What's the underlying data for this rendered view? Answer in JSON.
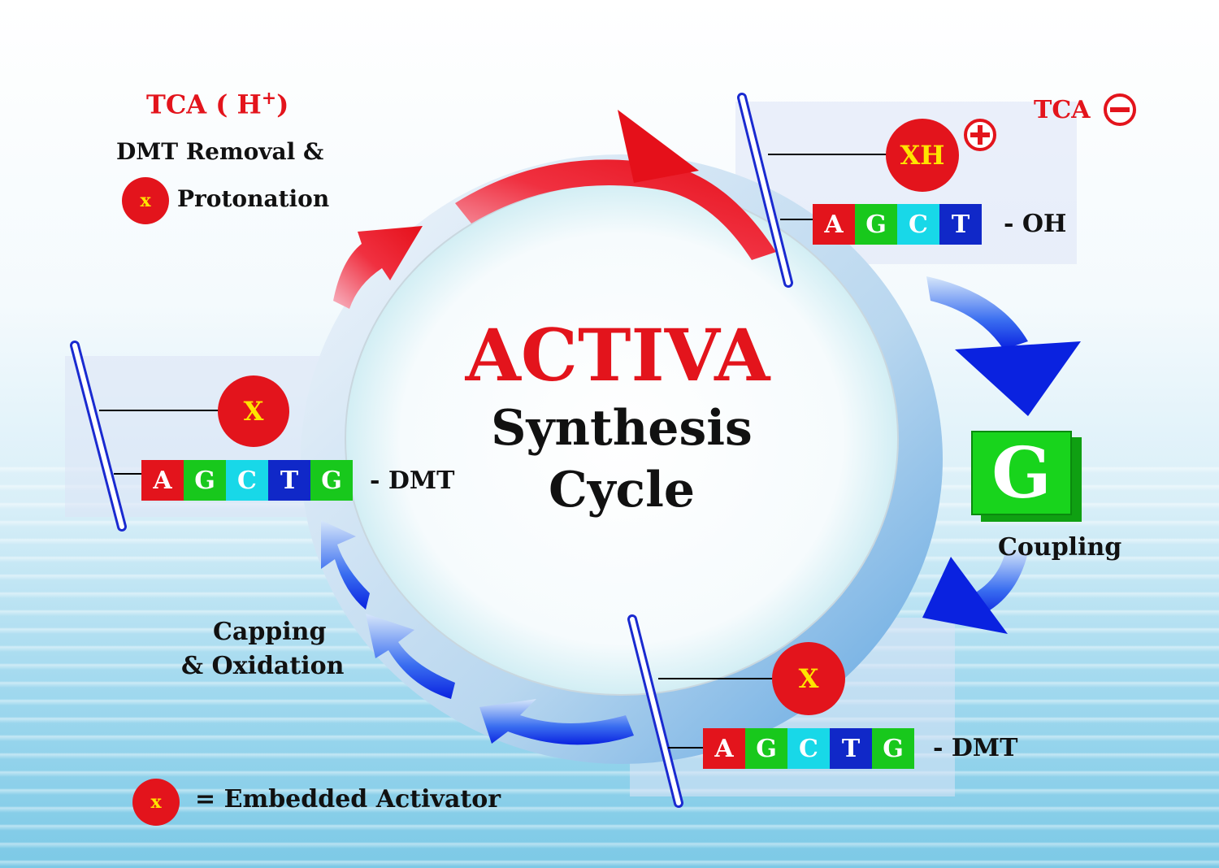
{
  "title": {
    "main": "ACTIVA",
    "line2": "Synthesis",
    "line3": "Cycle"
  },
  "deprotection": {
    "reagent": "TCA ( H",
    "reagent_sup": "+",
    "reagent_close": ")",
    "line1": "DMT Removal &",
    "badge": "x",
    "line2": "Protonation"
  },
  "tca_minus": {
    "label": "TCA"
  },
  "top_support": {
    "badge": "XH",
    "strand": [
      "A",
      "G",
      "C",
      "T"
    ],
    "suffix": "-  OH"
  },
  "left_support": {
    "badge": "X",
    "strand": [
      "A",
      "G",
      "C",
      "T",
      "G"
    ],
    "suffix": "-  DMT"
  },
  "bottom_support": {
    "badge": "X",
    "strand": [
      "A",
      "G",
      "C",
      "T",
      "G"
    ],
    "suffix": "-  DMT"
  },
  "coupling": {
    "monomer": "G",
    "label": "Coupling"
  },
  "capping": {
    "line1": "Capping",
    "line2": "& Oxidation"
  },
  "legend": {
    "badge": "x",
    "text": "= Embedded Activator"
  },
  "colors": {
    "A": "#e3141c",
    "G": "#18c81c",
    "C": "#18d8e8",
    "T": "#1028c8",
    "red": "#e3141c",
    "blue": "#0a22e0"
  }
}
